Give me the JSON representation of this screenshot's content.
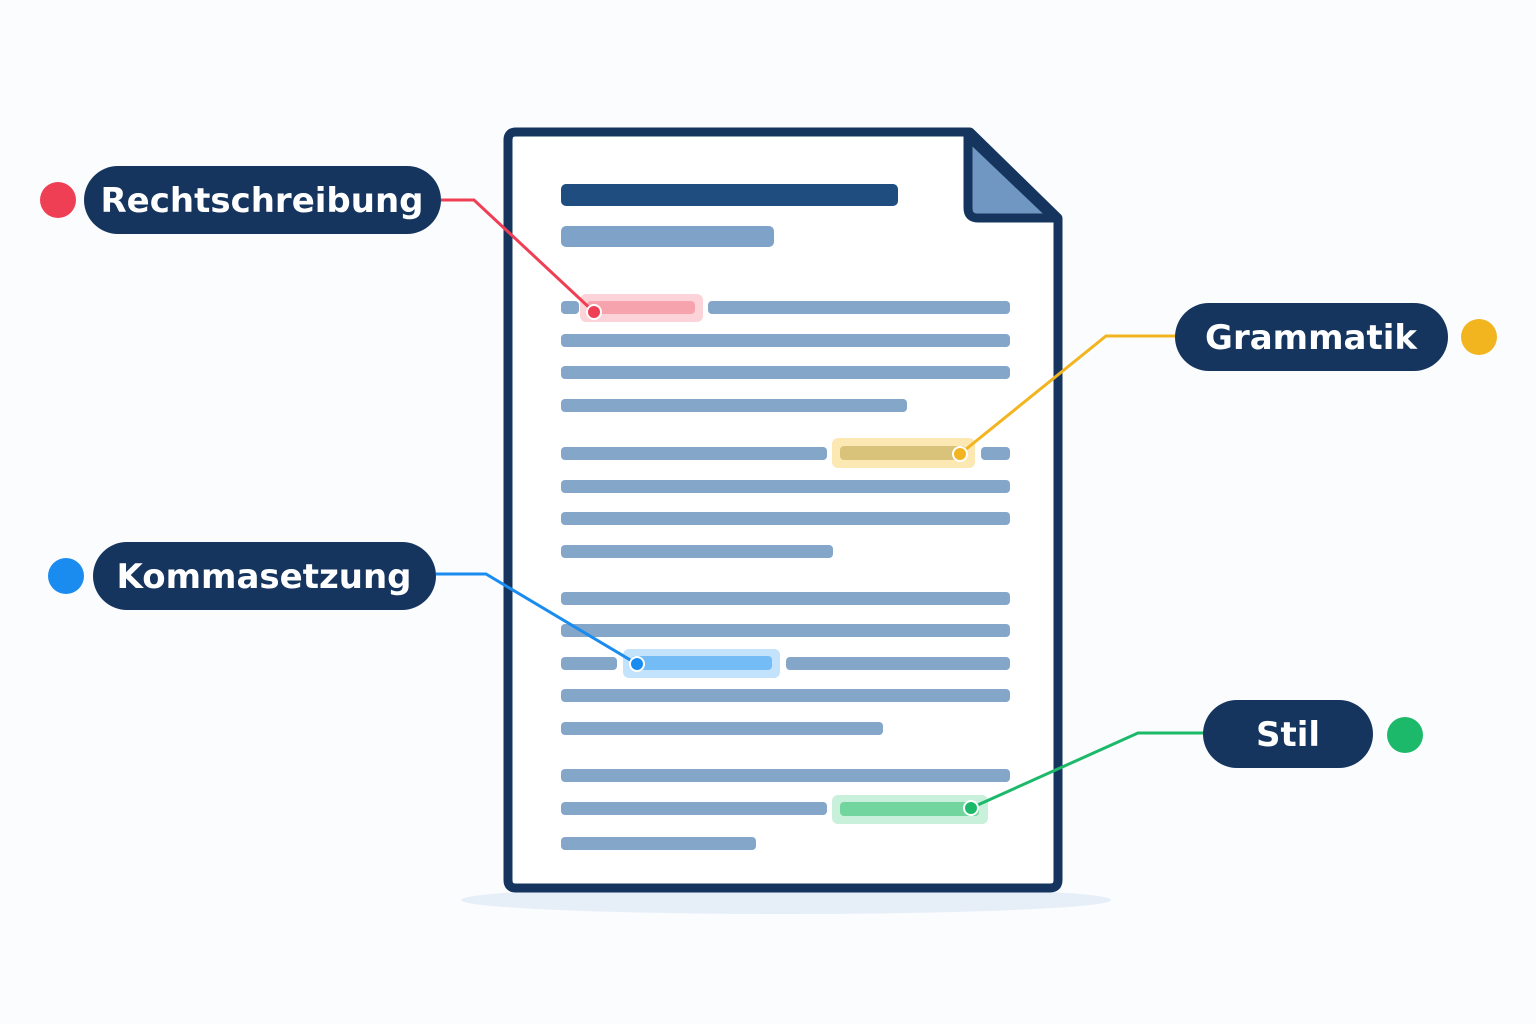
{
  "colors": {
    "background": "#fbfcfe",
    "document_border": "#15355f",
    "document_fill": "#ffffff",
    "document_corner_fold": "#6f97c2",
    "heading_bar": "#1f4d80",
    "subheading_bar": "#7fa3c8",
    "text_line": "#84a6c9",
    "pill_background": "#15355f",
    "pill_text": "#ffffff",
    "shadow": "#e6eef8"
  },
  "document": {
    "icon": "document-icon"
  },
  "categories": [
    {
      "key": "rechtschreibung",
      "label": "Rechtschreibung",
      "color": "#ef3f55",
      "highlight_fill": "#f7a3ad",
      "highlight_glow": "#fbd3d8"
    },
    {
      "key": "grammatik",
      "label": "Grammatik",
      "color": "#f2b51f",
      "highlight_fill": "#d9c27a",
      "highlight_glow": "#fbe8b3"
    },
    {
      "key": "kommasetzung",
      "label": "Kommasetzung",
      "color": "#1a8cf0",
      "highlight_fill": "#74bcf5",
      "highlight_glow": "#c3e2fc"
    },
    {
      "key": "stil",
      "label": "Stil",
      "color": "#1db96b",
      "highlight_fill": "#72d59e",
      "highlight_glow": "#c9f0da"
    }
  ]
}
